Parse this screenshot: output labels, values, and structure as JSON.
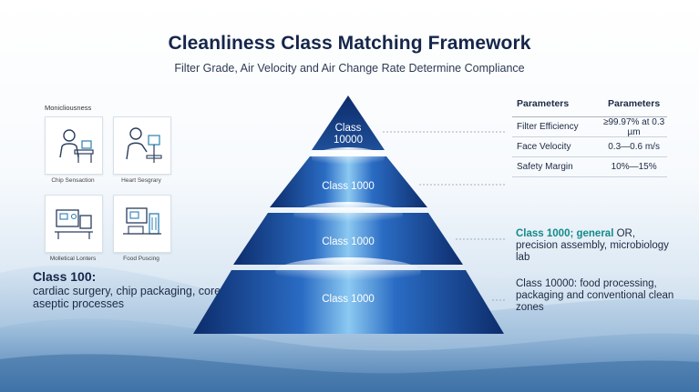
{
  "header": {
    "title": "Cleanliness Class Matching Framework",
    "subtitle": "Filter Grade, Air Velocity and Air Change Rate Determine Compliance"
  },
  "left_panel": {
    "heading": "Monicliousness",
    "tiles": [
      {
        "label": "Chip Sensaction",
        "icon": "chip-worker-icon"
      },
      {
        "label": "Heart Sesgrary",
        "icon": "heart-surgery-icon"
      },
      {
        "label": "Molletical Lonters",
        "icon": "lab-equipment-icon"
      },
      {
        "label": "Food Puscing",
        "icon": "food-processing-icon"
      }
    ],
    "note": {
      "title": "Class 100:",
      "description": "cardiac surgery, chip packaging, core aseptic processes"
    }
  },
  "pyramid": {
    "tiers": [
      {
        "line1": "Class",
        "line2": "10000"
      },
      {
        "line1": "Class 1000"
      },
      {
        "line1": "Class 1000"
      },
      {
        "line1": "Class 1000"
      }
    ]
  },
  "parameters_table": {
    "headers": [
      "Parameters",
      "Parameters"
    ],
    "rows": [
      [
        "Filter Efficiency",
        "≥99.97% at 0.3 µm"
      ],
      [
        "Face Velocity",
        "0.3—0.6 m/s"
      ],
      [
        "Safety Margin",
        "10%—15%"
      ]
    ]
  },
  "right_notes": {
    "note1": {
      "accent": "Class 1000; general",
      "or_text": " OR,",
      "body": "precision assembly, microbiology lab"
    },
    "note2": {
      "body": "Class 10000: food processing, packaging and conventional clean zones"
    }
  },
  "colors": {
    "title": "#15264a",
    "pyramid_dark": "#0d2c6b",
    "pyramid_light": "#4aa6e6",
    "accent_teal": "#138a8a"
  }
}
